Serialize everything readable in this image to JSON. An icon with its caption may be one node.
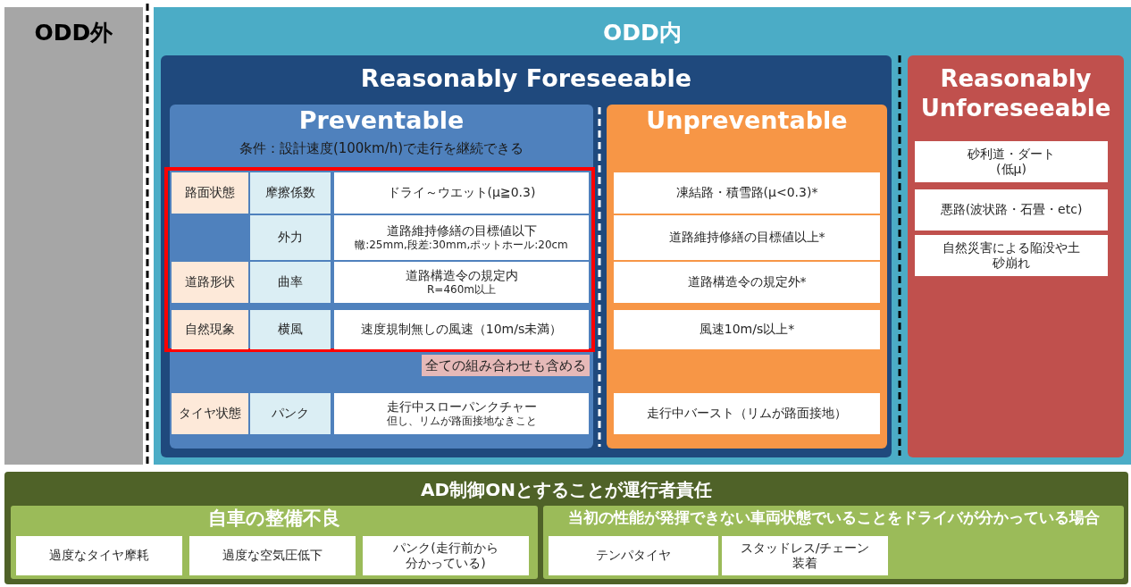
{
  "diagram": {
    "nodes": [
      {
        "text": [
          "ODD外"
        ]
      },
      {
        "text": [
          "ODD内"
        ]
      },
      {
        "text": [
          "Reasonably Foreseeable"
        ],
        "in": 1
      },
      {
        "text": [
          "Preventable",
          "条件：設計速度(100km/h)で走行を継続できる"
        ],
        "in": 2
      },
      {
        "text": [],
        "shape": "box",
        "in": 3
      },
      {
        "text": [
          "路面状態"
        ],
        "in": 4
      },
      {
        "text": [
          "摩擦係数"
        ],
        "in": 4
      },
      {
        "text": [
          "ドライ～ウエット(μ≧0.3)"
        ],
        "in": 4
      },
      {
        "text": [
          "外力"
        ],
        "in": 4
      },
      {
        "text": [
          "道路維持修繕の目標値以下",
          "轍:25mm,段差:30mm,ポットホール:20cm"
        ],
        "in": 4
      },
      {
        "text": [
          "道路形状"
        ],
        "in": 4
      },
      {
        "text": [
          "曲率"
        ],
        "in": 4
      },
      {
        "text": [
          "道路構造令の規定内",
          "R=460m以上"
        ],
        "in": 4
      },
      {
        "text": [
          "自然現象"
        ],
        "in": 4
      },
      {
        "text": [
          "横風"
        ],
        "in": 4
      },
      {
        "text": [
          "速度規制無しの風速（10m/s未満）"
        ],
        "in": 4
      },
      {
        "text": [
          "全ての組み合わせも含める"
        ],
        "in": 3
      },
      {
        "text": [
          "タイヤ状態"
        ],
        "in": 3
      },
      {
        "text": [
          "パンク"
        ],
        "in": 3
      },
      {
        "text": [
          "走行中スローパンクチャー",
          "但し、リムが路面接地なきこと"
        ],
        "in": 3
      },
      {
        "text": [
          "Unpreventable"
        ],
        "in": 2
      },
      {
        "text": [
          "凍結路・積雪路(μ<0.3)*"
        ],
        "in": 20
      },
      {
        "text": [
          "道路維持修繕の目標値以上*"
        ],
        "in": 20
      },
      {
        "text": [
          "道路構造令の規定外*"
        ],
        "in": 20
      },
      {
        "text": [
          "風速10m/s以上*"
        ],
        "in": 20
      },
      {
        "text": [
          "走行中バースト（リムが路面接地）"
        ],
        "in": 20
      },
      {
        "text": [
          "Reasonably Unforeseeable"
        ],
        "in": 1
      },
      {
        "text": [
          "砂利道・ダート(低μ)"
        ],
        "in": 26
      },
      {
        "text": [
          "悪路(波状路・石畳・etc)"
        ],
        "in": 26
      },
      {
        "text": [
          "自然災害による陥没や土砂崩れ"
        ],
        "in": 26
      },
      {
        "text": [
          "AD制御ONとすることが運行者責任"
        ]
      },
      {
        "text": [
          "自車の整備不良"
        ],
        "in": 30
      },
      {
        "text": [
          "過度なタイヤ摩耗"
        ],
        "in": 31
      },
      {
        "text": [
          "過度な空気圧低下"
        ],
        "in": 31
      },
      {
        "text": [
          "パンク(走行前から分かっている)"
        ],
        "in": 31
      },
      {
        "text": [
          "当初の性能が発揮できない車両状態でいることをドライバが分かっている場合"
        ],
        "in": 30
      },
      {
        "text": [
          "テンパタイヤ"
        ],
        "in": 35
      },
      {
        "text": [
          "スタッドレス/チェーン装着"
        ],
        "in": 35
      }
    ]
  }
}
